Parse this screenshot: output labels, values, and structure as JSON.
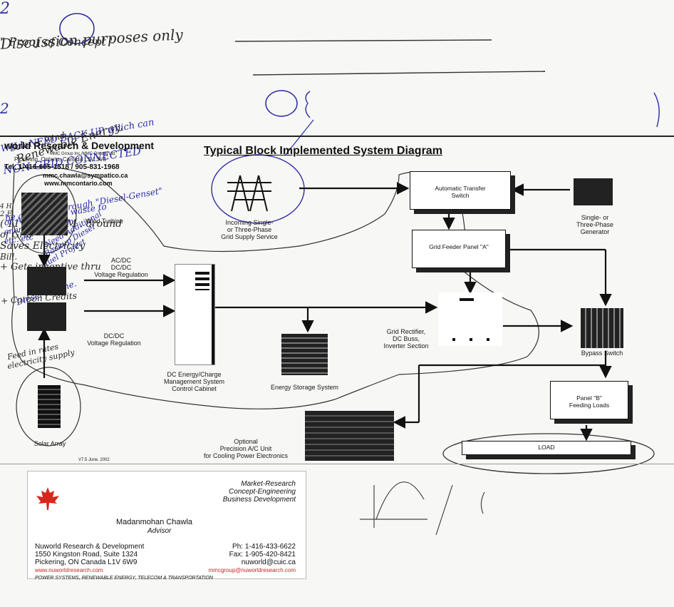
{
  "handwritten": {
    "circle_2_top": "2",
    "discussion": "Discussion purposes only",
    "proof_of_concept": "\" Proof of Concept '",
    "renewable": "Renewable Energy,",
    "solar_wind": "Solar + wind",
    "need_backup_1": "Need Additional",
    "need_backup_2": "Backup Diesel",
    "need_backup_3": "fuel Project",
    "circle_2_mid": "2",
    "non_grid_1": "NON-GRID CONNECTED",
    "non_grid_2": "WILL NEED BACK UP which can",
    "non_grid_3": "be achieved through \"Diesel-Genset\"",
    "non_grid_4": "or Agricultural waste to",
    "non_grid_5": "energy. also Term",
    "non_grid_6": "etc. etc",
    "diesel_engine": "Diesel Engine.",
    "right_1": "( 11 AM - 3 PM . around",
    "right_2": "of Grid",
    "right_3": "Saves Electricity",
    "right_4": "Bill.",
    "right_5": "+ Gets incentive thru",
    "right_6": "+ Carbon Credits",
    "left_1": "Feed in rates",
    "left_2": "electricity supply",
    "graph_1": "4 H",
    "graph_2": "2 E"
  },
  "company": {
    "name": "world Research & Development",
    "sub": "MMC Group Inc./MMC Ontario Ltd.",
    "address": "Pickering, Ontario, Canada L1V 3V3",
    "tel": "Tel: 1-416-605-1518 / 905-831-1968",
    "email": "mmc.chawla@sympatico.ca",
    "web": "www.mmcontario.com"
  },
  "diagram": {
    "title": "Typical Block Implemented System Diagram",
    "wind_turbine": "Wind Turbine",
    "incoming": [
      "Incoming Single-",
      "or Three-Phase",
      "Grid Supply Service"
    ],
    "ats": [
      "Automatic Transfer",
      "Switch"
    ],
    "generator": [
      "Single- or",
      "Three-Phase",
      "Generator"
    ],
    "grid_feeder": "Grid Feeder Panel \"A\"",
    "acdc": [
      "AC/DC",
      "DC/DC",
      "Voltage Regulation"
    ],
    "dcdc": [
      "DC/DC",
      "Voltage Regulation"
    ],
    "dc_energy": [
      "DC Energy/Charge",
      "Management System",
      "Control Cabinet"
    ],
    "energy_storage": "Energy Storage System",
    "rectifier": [
      "Grid Rectifier,",
      "DC Buss,",
      "Inverter Section"
    ],
    "bypass": "Bypass Switch",
    "panel_b": [
      "Panel \"B\"",
      "Feeding Loads"
    ],
    "load": "LOAD",
    "optional": [
      "Optional",
      "Precision A/C Unit",
      "for Cooling Power Electronics"
    ],
    "solar": "Solar Array",
    "version": "V7.5 June, 2002"
  },
  "card": {
    "tagline_1": "Market-Research",
    "tagline_2": "Concept-Engineering",
    "tagline_3": "Business Development",
    "person": "Madanmohan Chawla",
    "role": "Advisor",
    "org": "Nuworld Research & Development",
    "street": "1550 Kingston Road, Suite 1324",
    "city": "Pickering, ON Canada L1V 6W9",
    "web": "www.nuworldresearch.com",
    "ph": "Ph: 1-416-433-6622",
    "fax": "Fax: 1-905-420-8421",
    "email1": "nuworld@cuic.ca",
    "email2": "mmcgroup@nuworldresearch.com",
    "footer": "POWER SYSTEMS, RENEWABLE ENERGY, TELECOM & TRANSPORTATION",
    "leaf_color": "#d9261c"
  }
}
